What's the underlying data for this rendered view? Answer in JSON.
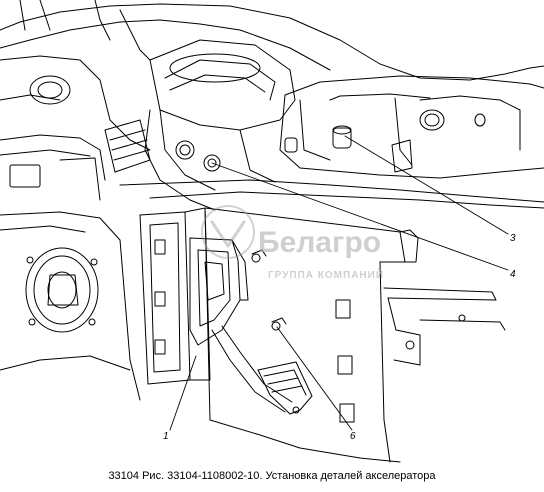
{
  "figure": {
    "caption": "33104 Рис. 33104-1108002-10. Установка деталей акселератора",
    "callouts": [
      {
        "id": "1",
        "label": "1"
      },
      {
        "id": "3",
        "label": "3"
      },
      {
        "id": "4",
        "label": "4"
      },
      {
        "id": "6",
        "label": "6"
      }
    ],
    "watermark": {
      "brand": "Белагро",
      "tagline": "ГРУППА КОМПАНИЙ"
    }
  }
}
